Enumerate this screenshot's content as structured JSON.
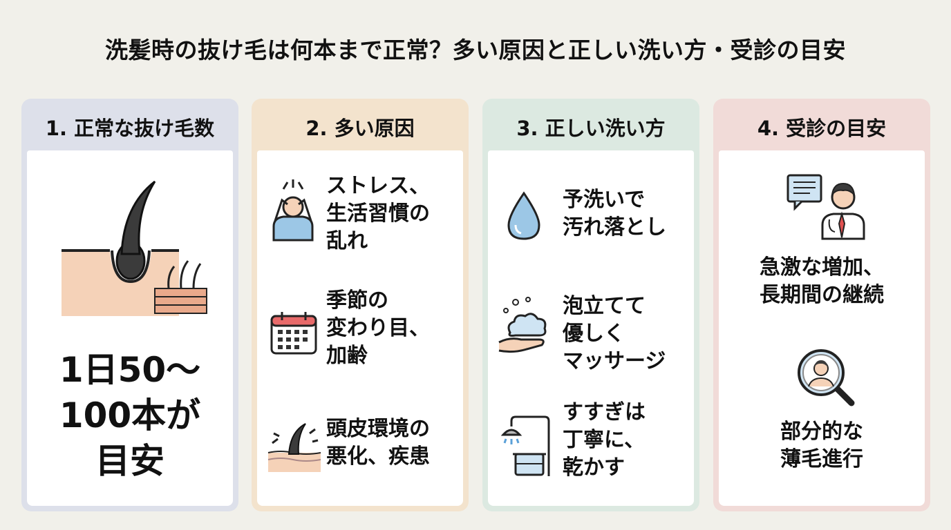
{
  "title": "洗髪時の抜け毛は何本まで正常？多い原因と正しい洗い方・受診の目安",
  "cards": [
    {
      "heading": "1. 正常な抜け毛数",
      "big_lines": [
        "1日50～",
        "100本が",
        "目安"
      ]
    },
    {
      "heading": "2. 多い原因",
      "items": [
        {
          "icon": "stressed-person-icon",
          "lines": [
            "ストレス、",
            "生活習慣の",
            "乱れ"
          ]
        },
        {
          "icon": "calendar-icon",
          "lines": [
            "季節の",
            "変わり目、",
            "加齢"
          ]
        },
        {
          "icon": "scalp-hair-icon",
          "lines": [
            "頭皮環境の",
            "悪化、疾患"
          ]
        }
      ]
    },
    {
      "heading": "3. 正しい洗い方",
      "items": [
        {
          "icon": "water-drop-icon",
          "lines": [
            "予洗いで",
            "汚れ落とし"
          ]
        },
        {
          "icon": "foam-hand-icon",
          "lines": [
            "泡立てて",
            "優しく",
            "マッサージ"
          ]
        },
        {
          "icon": "shower-towel-icon",
          "lines": [
            "すすぎは",
            "丁寧に、",
            "乾かす"
          ]
        }
      ]
    },
    {
      "heading": "4. 受診の目安",
      "items": [
        {
          "icon": "doctor-consult-icon",
          "lines": [
            "急激な増加、",
            "長期間の継続"
          ]
        },
        {
          "icon": "magnifier-person-icon",
          "lines": [
            "部分的な",
            "薄毛進行"
          ]
        }
      ]
    }
  ],
  "colors": {
    "card1": "#dde0ea",
    "card2": "#f3e3cd",
    "card3": "#dce9e1",
    "card4": "#f1dbd8",
    "skin": "#f5d2b8",
    "blue": "#9cc7e6"
  }
}
